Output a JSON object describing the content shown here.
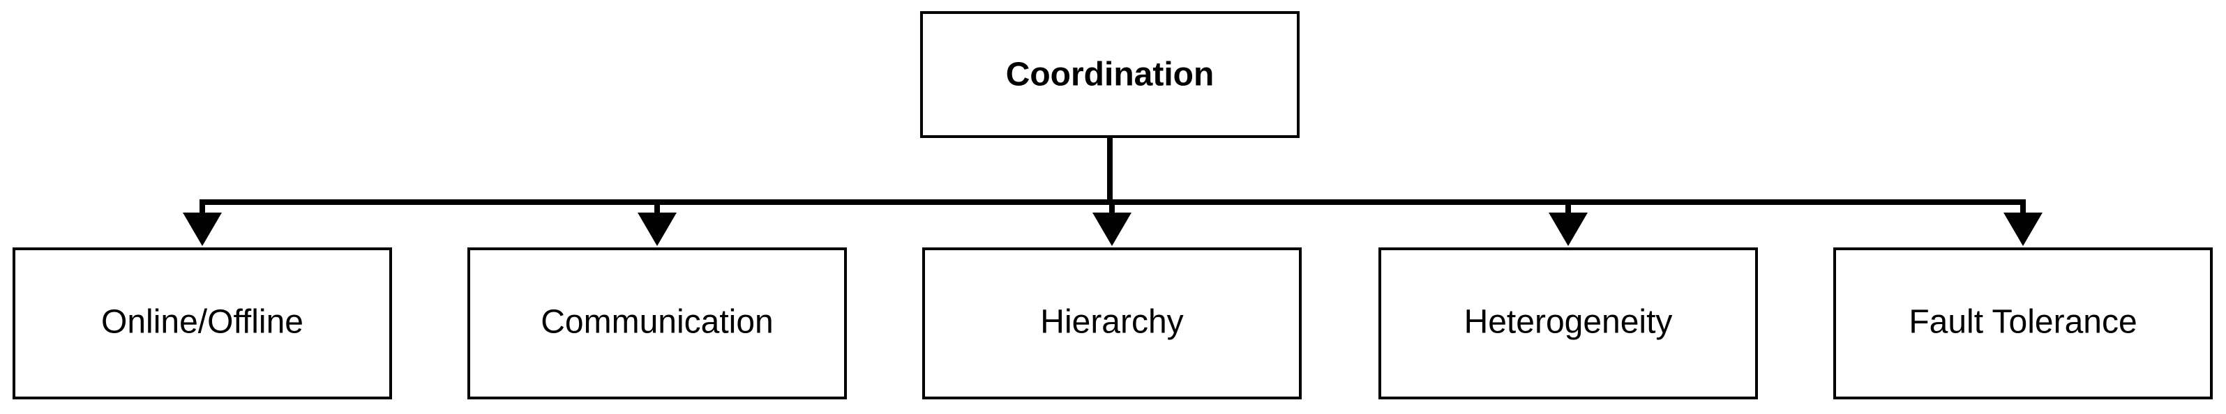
{
  "diagram": {
    "type": "tree",
    "root": {
      "id": "coordination",
      "label": "Coordination"
    },
    "children": [
      {
        "id": "online-offline",
        "label": "Online/Offline"
      },
      {
        "id": "communication",
        "label": "Communication"
      },
      {
        "id": "hierarchy",
        "label": "Hierarchy"
      },
      {
        "id": "heterogeneity",
        "label": "Heterogeneity"
      },
      {
        "id": "fault-tolerance",
        "label": "Fault Tolerance"
      }
    ],
    "colors": {
      "stroke": "#000000",
      "fill": "#ffffff",
      "text": "#000000"
    }
  }
}
